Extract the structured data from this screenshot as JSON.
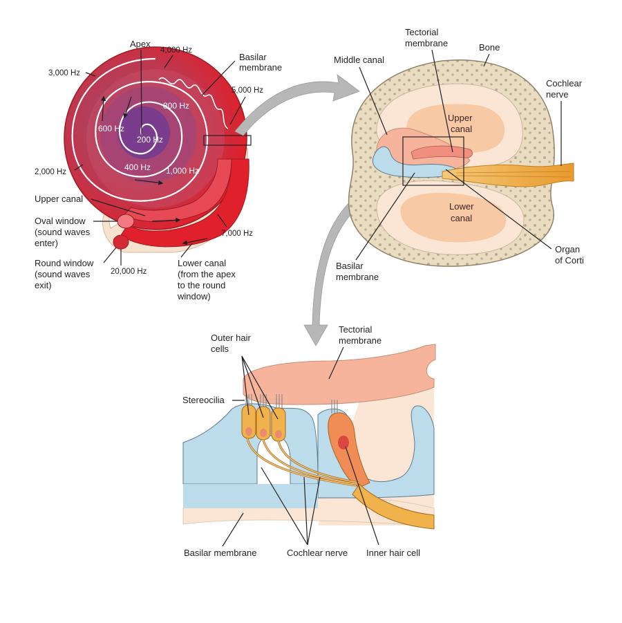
{
  "cochlea": {
    "apex": "Apex",
    "basilar_membrane": [
      "Basilar",
      "membrane"
    ],
    "upper_canal": "Upper canal",
    "oval_window": [
      "Oval window",
      "(sound waves",
      "enter)"
    ],
    "round_window": [
      "Round window",
      "(sound waves",
      "exit)"
    ],
    "lower_canal": [
      "Lower canal",
      "(from the apex",
      "to the round",
      "window)"
    ],
    "freq": {
      "f4000": "4,000 Hz",
      "f3000": "3,000 Hz",
      "f5000": "5,000 Hz",
      "f800": "800 Hz",
      "f600": "600 Hz",
      "f200": "200 Hz",
      "f400": "400 Hz",
      "f1000": "1,000 Hz",
      "f2000": "2,000 Hz",
      "f7000": "7,000 Hz",
      "f20000": "20,000 Hz"
    }
  },
  "cross_section": {
    "tectorial_membrane": [
      "Tectorial",
      "membrane"
    ],
    "bone": "Bone",
    "middle_canal": "Middle canal",
    "cochlear_nerve": [
      "Cochlear",
      "nerve"
    ],
    "upper_canal": [
      "Upper",
      "canal"
    ],
    "lower_canal": [
      "Lower",
      "canal"
    ],
    "basilar_membrane": [
      "Basilar",
      "membrane"
    ],
    "organ_of_corti": [
      "Organ",
      "of Corti"
    ]
  },
  "organ_detail": {
    "outer_hair_cells": [
      "Outer hair",
      "cells"
    ],
    "tectorial_membrane": [
      "Tectorial",
      "membrane"
    ],
    "stereocilia": "Stereocilia",
    "basilar_membrane": "Basilar membrane",
    "cochlear_nerve": "Cochlear nerve",
    "inner_hair_cell": "Inner hair cell"
  },
  "colors": {
    "spiral_outer": "#e0202b",
    "spiral_inner": "#7a3c8c",
    "bone": "#e9dcc1",
    "bone_dots": "#b9ab92",
    "canal": "#f8c9a5",
    "membrane": "#f6b49c",
    "support": "#bcdcec",
    "nerve": "#f0b24a",
    "arrow": "#b7b7b7"
  }
}
